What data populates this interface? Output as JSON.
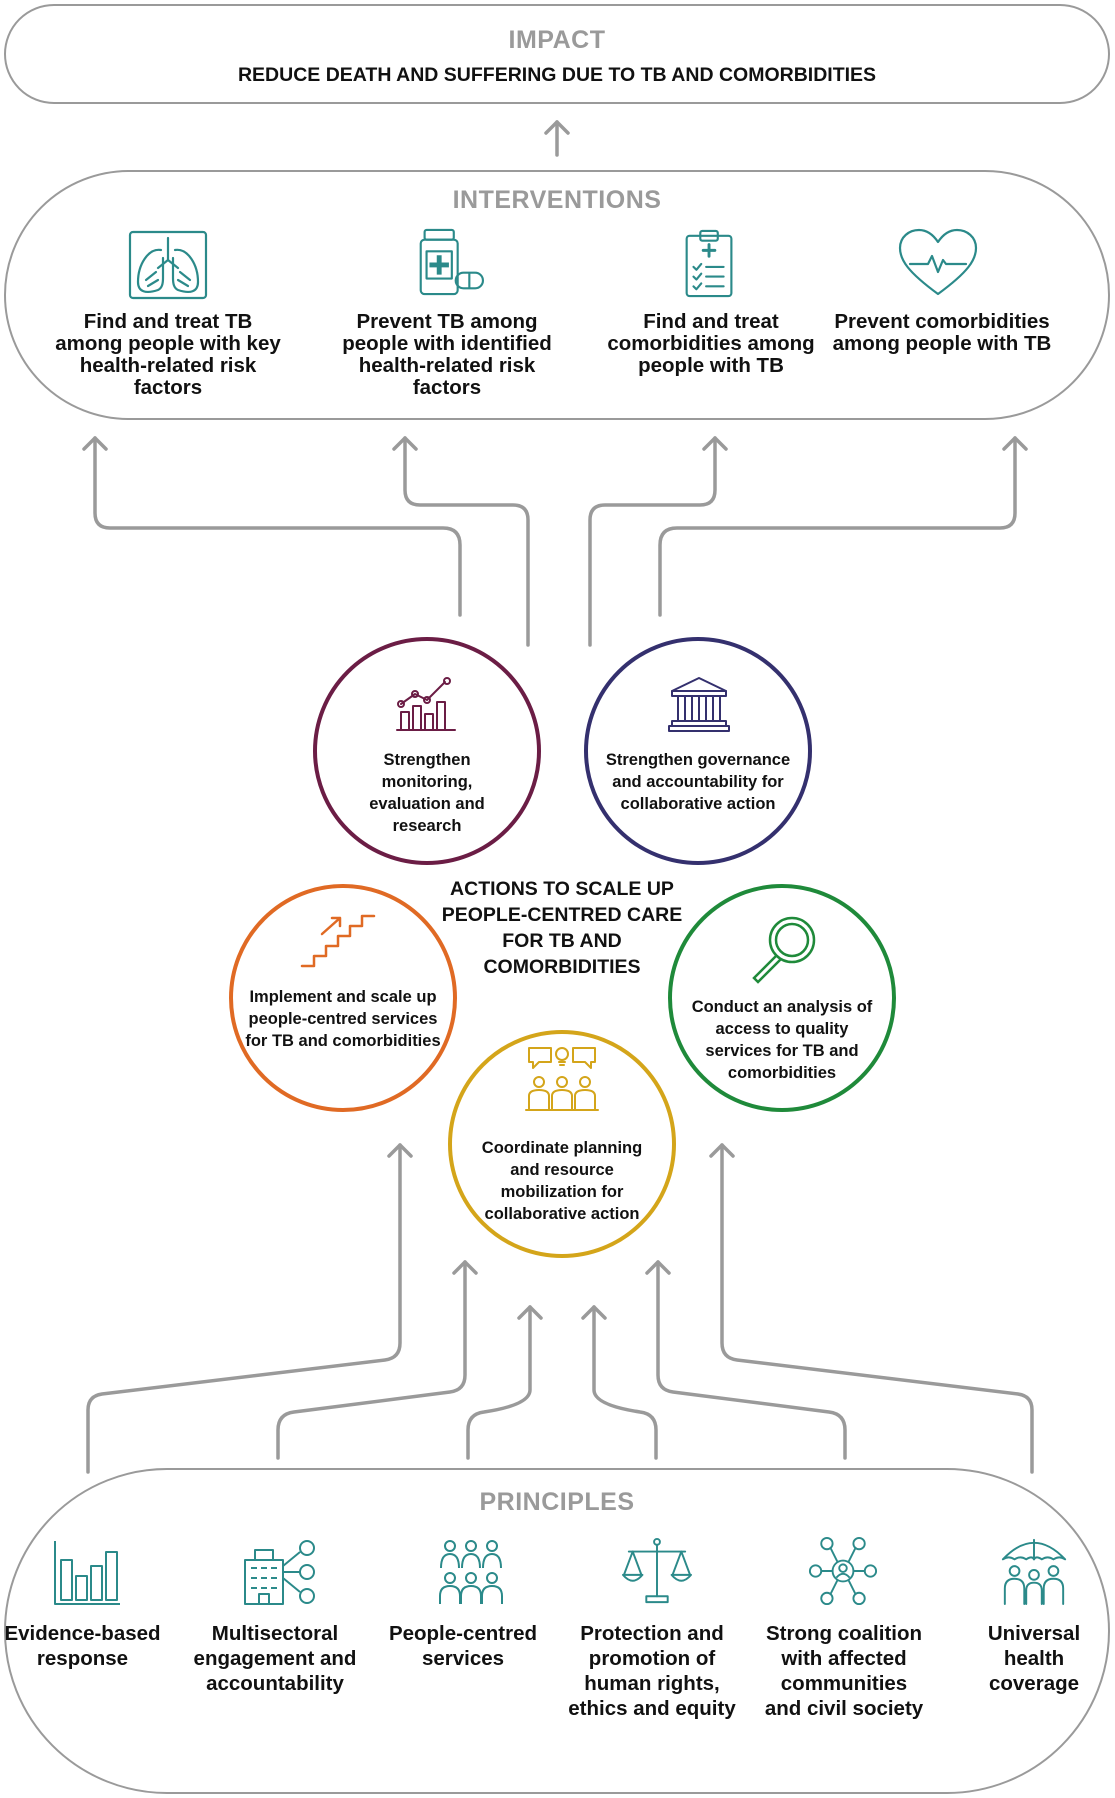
{
  "impact": {
    "title": "IMPACT",
    "subtitle": "REDUCE DEATH AND SUFFERING DUE TO TB AND COMORBIDITIES"
  },
  "interventions": {
    "title": "INTERVENTIONS",
    "items": [
      {
        "label": "Find and treat TB among people with key health-related risk factors",
        "icon": "lungs-icon"
      },
      {
        "label": "Prevent TB among people with identified health-related risk factors",
        "icon": "medicine-bottle-icon"
      },
      {
        "label": "Find and treat comorbidities among people with TB",
        "icon": "clipboard-checklist-icon"
      },
      {
        "label": "Prevent comorbidities among people with TB",
        "icon": "heart-pulse-icon"
      }
    ],
    "color": "#2b8a8a"
  },
  "actions": {
    "title": "ACTIONS TO SCALE UP PEOPLE-CENTRED CARE FOR TB AND COMORBIDITIES",
    "items": [
      {
        "label": "Strengthen monitoring, evaluation and research",
        "color": "#6b1d45",
        "icon": "chart-growth-icon"
      },
      {
        "label": "Strengthen governance and accountability for collaborative action",
        "color": "#34306e",
        "icon": "government-building-icon"
      },
      {
        "label": "Implement and scale up people-centred services for TB and comorbidities",
        "color": "#e06a24",
        "icon": "stairs-arrow-icon"
      },
      {
        "label": "Conduct an analysis of access to quality services for TB and comorbidities",
        "color": "#1f8a3a",
        "icon": "magnifier-icon"
      },
      {
        "label": "Coordinate planning and resource mobilization for collaborative action",
        "color": "#d4a51a",
        "icon": "team-idea-icon"
      }
    ]
  },
  "principles": {
    "title": "PRINCIPLES",
    "items": [
      {
        "label": "Evidence-based response",
        "icon": "bar-chart-icon"
      },
      {
        "label": "Multisectoral engagement and accountability",
        "icon": "building-network-icon"
      },
      {
        "label": "People-centred services",
        "icon": "people-group-icon"
      },
      {
        "label": "Protection and promotion of human rights, ethics and equity",
        "icon": "scales-of-justice-icon"
      },
      {
        "label": "Strong coalition with affected communities and civil society",
        "icon": "community-network-icon"
      },
      {
        "label": "Universal health coverage",
        "icon": "umbrella-family-icon"
      }
    ],
    "color": "#2b8a8a"
  },
  "colors": {
    "line": "#9a9a9a",
    "teal": "#2b8a8a"
  }
}
